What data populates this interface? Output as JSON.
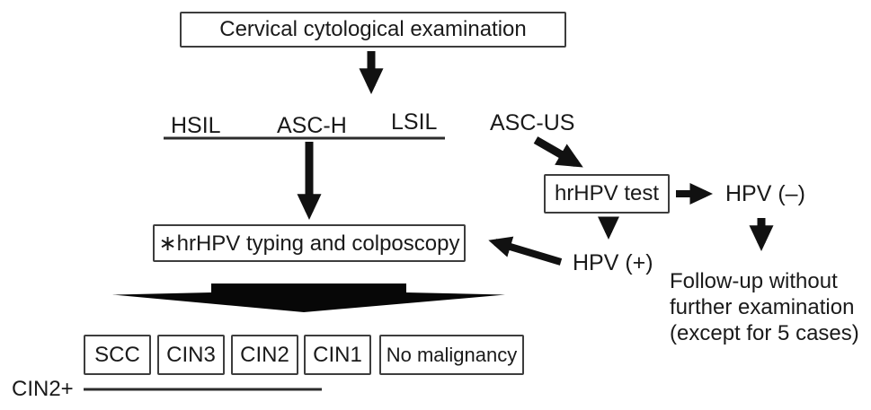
{
  "figure": {
    "title_box": "Cervical cytological examination",
    "triage": {
      "items": [
        "HSIL",
        "ASC-H",
        "LSIL"
      ]
    },
    "ascus": "ASC-US",
    "hrhpv_test": "hrHPV test",
    "hpv_negative": "HPV (–)",
    "hpv_positive": "HPV (+)",
    "typing_colposcopy": "∗hrHPV typing and colposcopy",
    "followup": {
      "lines": [
        "Follow-up without",
        "further examination",
        "(except for 5 cases)"
      ]
    },
    "results": [
      "SCC",
      "CIN3",
      "CIN2",
      "CIN1",
      "No malignancy"
    ],
    "cin2_plus": "CIN2+"
  },
  "colors": {
    "ink": "#1a1a1a",
    "box_border": "#3d3d3d",
    "arrow": "#111111",
    "background": "#ffffff"
  }
}
